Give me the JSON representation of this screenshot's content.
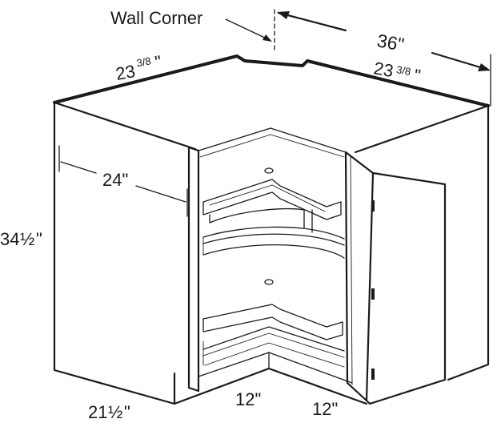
{
  "labels": {
    "wall_corner": "Wall Corner",
    "width": "36\"",
    "top_left": {
      "whole": "23",
      "fraction": "3/8",
      "unit": "\""
    },
    "top_right": {
      "whole": "23",
      "fraction": "3/8",
      "unit": "\""
    },
    "depth": "24\"",
    "height": {
      "whole": "34",
      "fraction": "½",
      "unit": "\""
    },
    "base_depth": {
      "whole": "21",
      "fraction": "½",
      "unit": "\""
    },
    "front_left": "12\"",
    "front_right": "12\""
  },
  "colors": {
    "line": "#1a1a1a",
    "background": "#ffffff"
  }
}
